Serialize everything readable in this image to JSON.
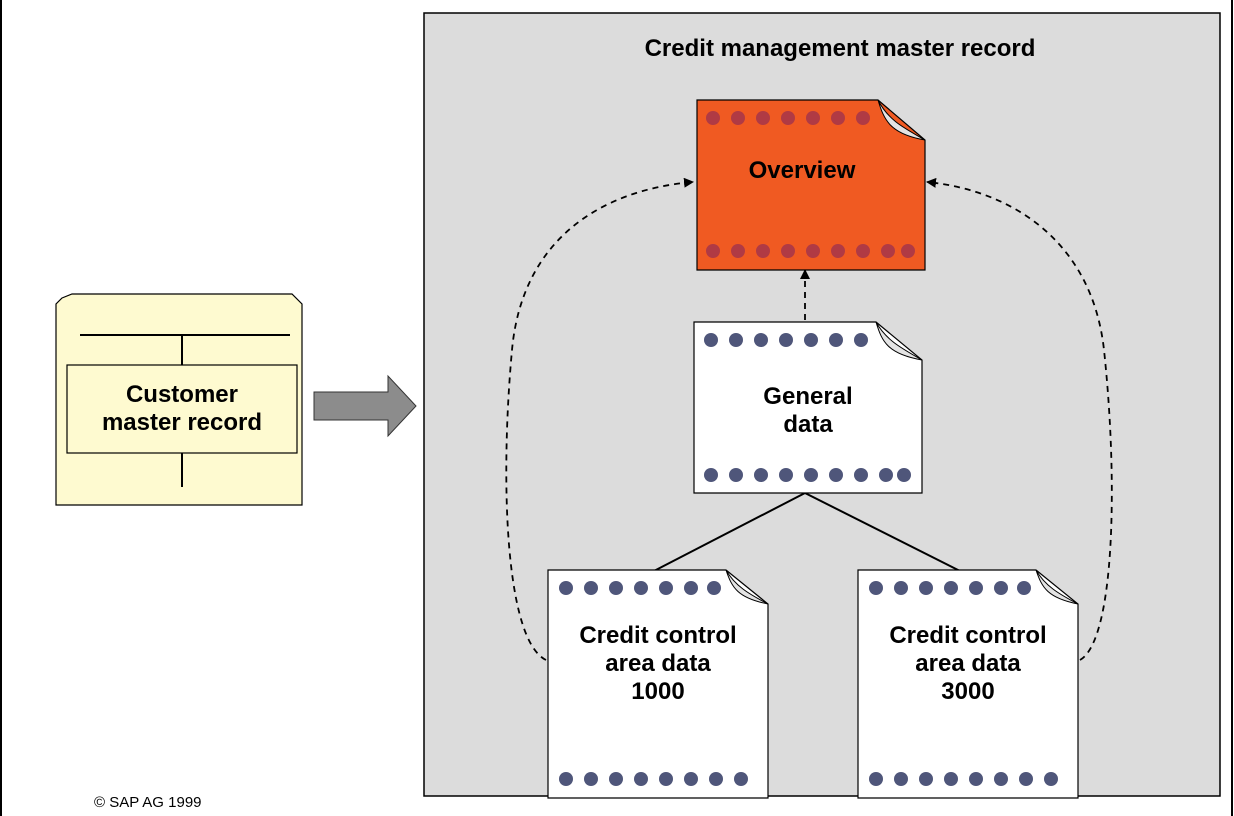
{
  "panel": {
    "title": "Credit management master record"
  },
  "customer_record": {
    "label": "Customer\nmaster record"
  },
  "nodes": {
    "overview": "Overview",
    "general_data": "General\ndata",
    "credit_area_1000": "Credit control\narea data\n1000",
    "credit_area_3000": "Credit control\narea data\n3000"
  },
  "footer": {
    "copyright": "©  SAP AG 1999"
  },
  "colors": {
    "panel_bg": "#dcdcdc",
    "overview_fill": "#f05a22",
    "folder_fill": "#fefad0",
    "dot_red": "#b03a44",
    "dot_blue": "#4f567a",
    "arrow_fill": "#8c8c8c"
  }
}
